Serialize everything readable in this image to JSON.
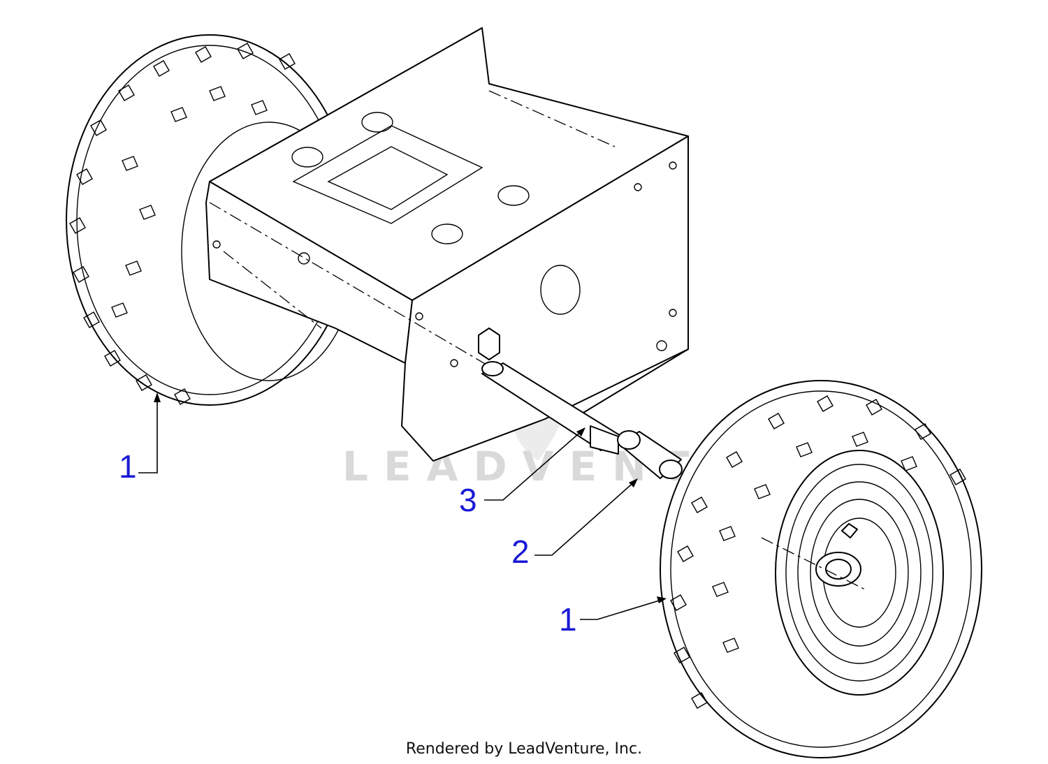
{
  "colors": {
    "callout": "#1a1ad6",
    "line": "#000000",
    "watermark": "#d9d9d9"
  },
  "callouts": [
    {
      "label": "1",
      "part": "wheel-left"
    },
    {
      "label": "3",
      "part": "axle"
    },
    {
      "label": "2",
      "part": "spacer"
    },
    {
      "label": "1",
      "part": "wheel-right"
    }
  ],
  "watermark": {
    "text": "LEADVENTURE"
  },
  "footer": {
    "credit": "Rendered by LeadVenture, Inc."
  }
}
